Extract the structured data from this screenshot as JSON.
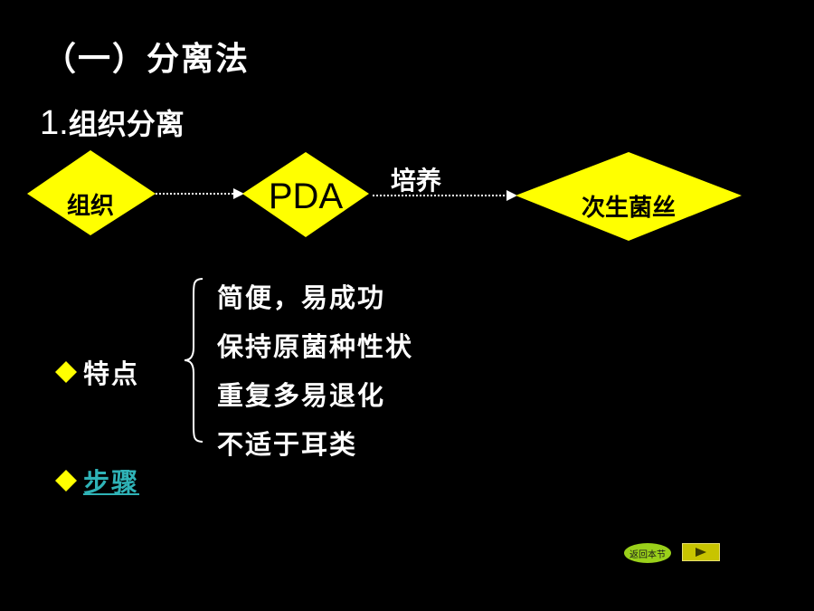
{
  "slide": {
    "heading": "（一）分离法",
    "subheading_num": "1.",
    "subheading_text": "组织分离"
  },
  "flow": {
    "nodes": [
      {
        "label": "组织"
      },
      {
        "label": "PDA"
      },
      {
        "label": "次生菌丝"
      }
    ],
    "arrow_label": "培养",
    "node_color": "#ffff00"
  },
  "features": {
    "label": "特点",
    "items": [
      "简便，易成功",
      "保持原菌种性状",
      "重复多易退化",
      "不适于耳类"
    ]
  },
  "steps_link": {
    "label": "步骤"
  },
  "nav": {
    "return_label": "返回本节",
    "next_icon": "play-arrow-icon"
  },
  "colors": {
    "background": "#000000",
    "text": "#ffffff",
    "accent": "#ffff00",
    "link": "#2fb3b7"
  }
}
